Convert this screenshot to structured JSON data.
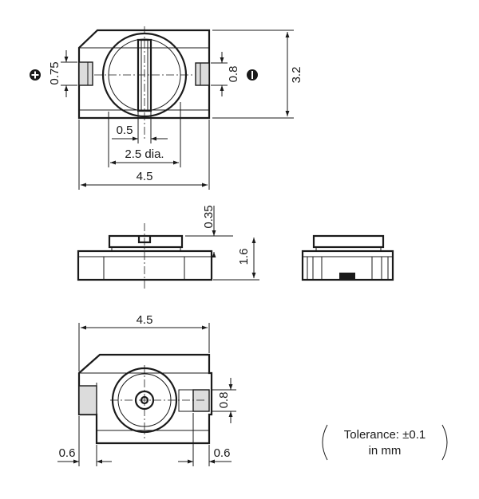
{
  "top_view": {
    "dim_width": "4.5",
    "dim_height": "3.2",
    "dim_diameter": "2.5 dia.",
    "dim_slot": "0.5",
    "dim_left_terminal": "0.75",
    "dim_right_terminal": "0.8"
  },
  "side_view": {
    "dim_cap": "0.35",
    "dim_height": "1.6"
  },
  "bottom_view": {
    "dim_width": "4.5",
    "dim_terminal": "0.8",
    "dim_left_pad": "0.6",
    "dim_right_pad": "0.6"
  },
  "tolerance": {
    "line1": "Tolerance: ±0.1",
    "line2": "in mm"
  },
  "symbols": {
    "plus_terminal": "plus-circle-icon",
    "minus_terminal": "minus-circle-icon"
  }
}
